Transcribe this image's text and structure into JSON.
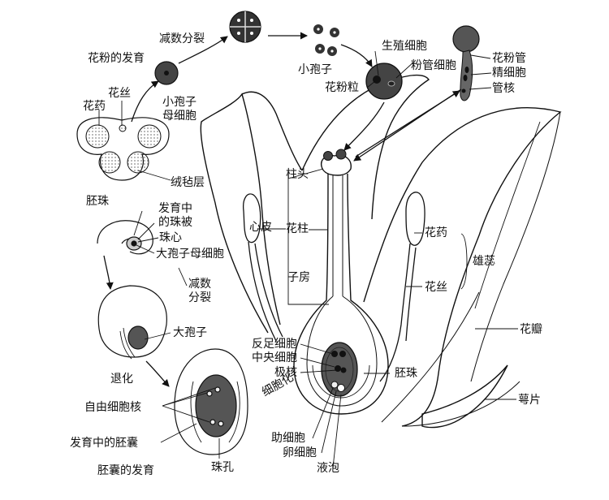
{
  "labels": {
    "pollen_dev_title": "花粉的发育",
    "meiosis_top": "减数分裂",
    "microspores": "小孢子",
    "generative_cell": "生殖细胞",
    "tube_cell": "粉管细胞",
    "pollen_grain": "花粉粒",
    "pollen_tube": "花粉管",
    "sperm_cells": "精细胞",
    "tube_nucleus": "管核",
    "filament_top": "花丝",
    "anther_top": "花药",
    "microspore_mother_cell_1": "小孢子",
    "microspore_mother_cell_2": "母细胞",
    "tapetum": "绒毡层",
    "stigma": "柱头",
    "ovule_top": "胚珠",
    "developing_integument_1": "发育中",
    "developing_integument_2": "的珠被",
    "nucellus": "珠心",
    "megaspore_mother_cell": "大孢子母细胞",
    "carpel": "心皮",
    "style": "花柱",
    "ovary": "子房",
    "meiosis_mid_1": "减数",
    "meiosis_mid_2": "分裂",
    "anther_right": "花药",
    "stamen": "雄蕊",
    "filament_right": "花丝",
    "megaspore": "大孢子",
    "antipodal_cells": "反足细胞",
    "central_cell": "中央细胞",
    "polar_nuclei": "极核",
    "cellularization": "细胞化",
    "degeneration": "退化",
    "ovule_right": "胚珠",
    "petal": "花瓣",
    "free_nuclei": "自由细胞核",
    "developing_embryo_sac": "发育中的胚囊",
    "synergids": "助细胞",
    "egg_cell": "卵细胞",
    "vacuole": "液泡",
    "sepal": "萼片",
    "embryo_sac_dev_title": "胚囊的发育",
    "micropyle": "珠孔"
  }
}
